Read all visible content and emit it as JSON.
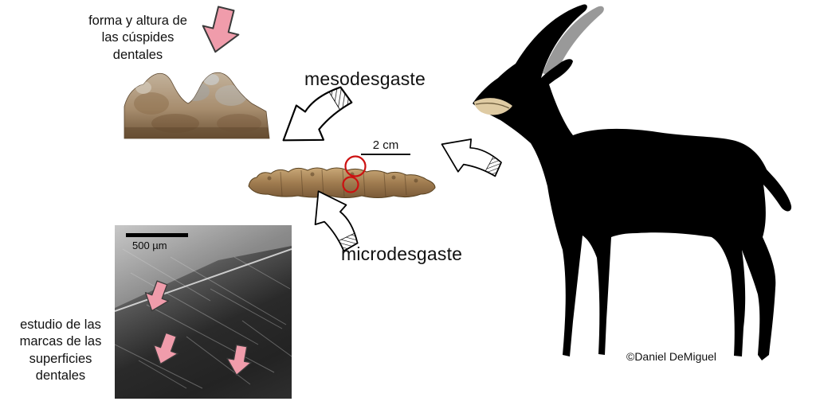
{
  "figure": {
    "captions": {
      "cusp_lines": [
        "forma y altura de",
        "las cúspides",
        "dentales"
      ],
      "surface_lines": [
        "estudio de las",
        "marcas de las",
        "superficies",
        "dentales"
      ]
    },
    "labels": {
      "mesowear": "mesodesgaste",
      "microwear": "microdesgaste",
      "tooth_scale": "2 cm",
      "sem_scale": "500 µm",
      "credit": "©Daniel DeMiguel"
    },
    "colors": {
      "pink_arrow": "#f09cab",
      "red_marker": "#cc1111",
      "silhouette": "#000000",
      "horn_shadow": "#999999",
      "jaw": "#dfcba3"
    },
    "icons": {
      "pink_arrow": "chevron-arrow-icon",
      "outline_arrow": "hatched-outline-arrow-icon"
    }
  }
}
